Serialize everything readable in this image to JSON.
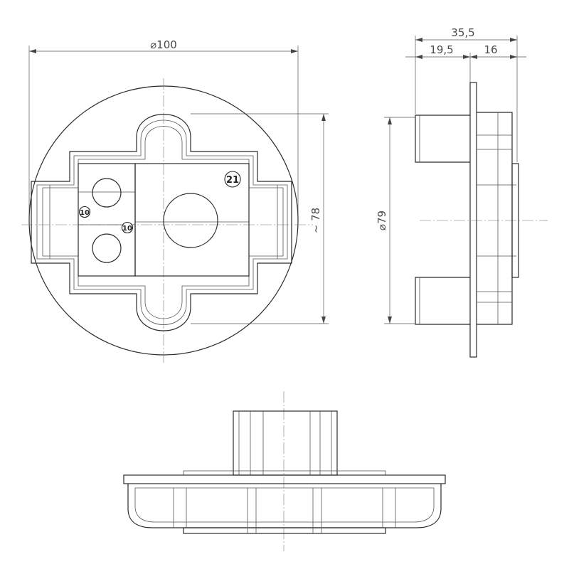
{
  "front_view": {
    "dim_diameter": "⌀100",
    "dim_height": "~ 78",
    "labels": {
      "left_top": "10",
      "left_mid": "10",
      "main": "21"
    }
  },
  "side_view": {
    "dim_total": "35,5",
    "dim_part_a": "19,5",
    "dim_part_b": "16",
    "dim_diameter": "⌀79"
  },
  "colors": {
    "line": "#2b2b2b",
    "dimension": "#555555",
    "background": "#ffffff"
  }
}
